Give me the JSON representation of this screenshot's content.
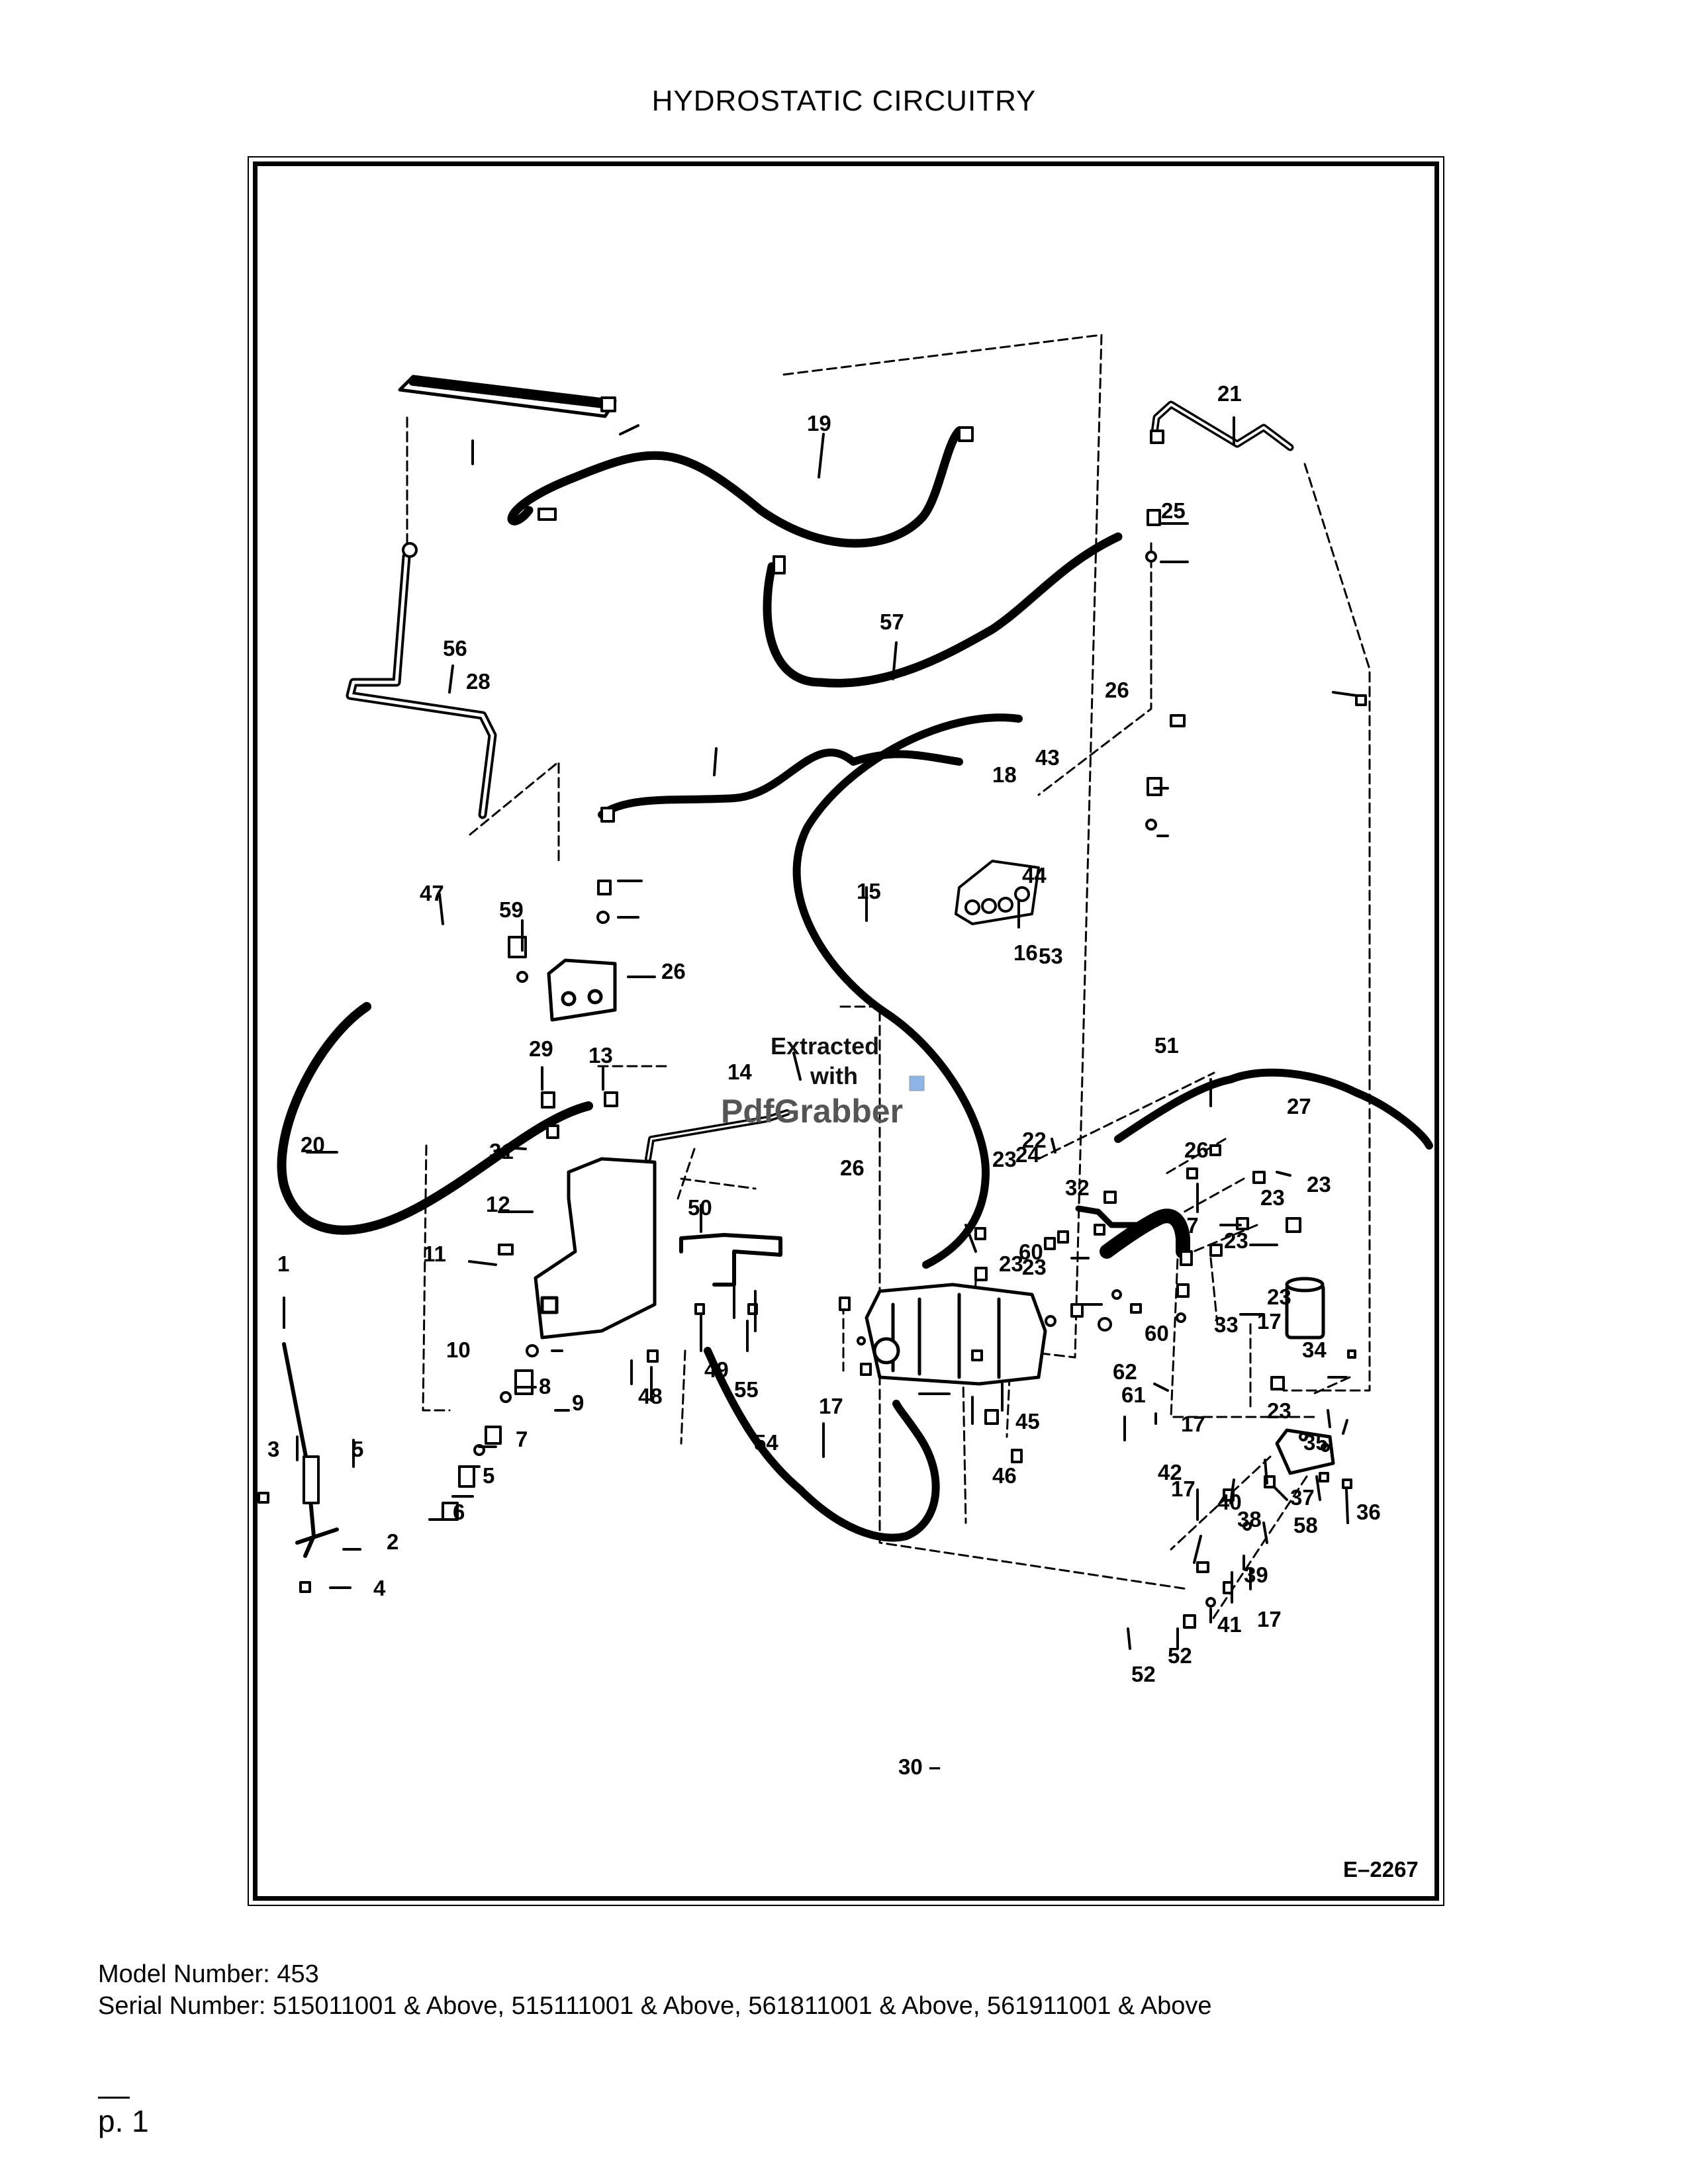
{
  "title": "HYDROSTATIC CIRCUITRY",
  "diagram": {
    "part_labels": [
      "1",
      "2",
      "3",
      "4",
      "5",
      "5",
      "6",
      "7",
      "8",
      "9",
      "10",
      "11",
      "12",
      "13",
      "14",
      "15",
      "16",
      "17",
      "17",
      "17",
      "17",
      "17",
      "17",
      "18",
      "19",
      "20",
      "21",
      "22",
      "23",
      "23",
      "23",
      "23",
      "23",
      "23",
      "23",
      "23",
      "24",
      "25",
      "26",
      "26",
      "26",
      "26",
      "27",
      "28",
      "29",
      "31",
      "32",
      "33",
      "34",
      "35",
      "36",
      "37",
      "38",
      "39",
      "40",
      "41",
      "42",
      "43",
      "44",
      "45",
      "46",
      "47",
      "48",
      "49",
      "50",
      "51",
      "52",
      "52",
      "53",
      "54",
      "55",
      "56",
      "57",
      "58",
      "59",
      "60",
      "60",
      "61",
      "62"
    ],
    "page_marker": "30 –",
    "figure_code": "E–2267",
    "watermark": {
      "line1": "Extracted",
      "line2": "with",
      "brand": "PdfGrabber"
    }
  },
  "footer": {
    "model": "Model Number: 453",
    "serial": "Serial Number: 515011001 & Above, 515111001 & Above, 561811001 & Above, 561911001 & Above",
    "page": "p. 1"
  }
}
